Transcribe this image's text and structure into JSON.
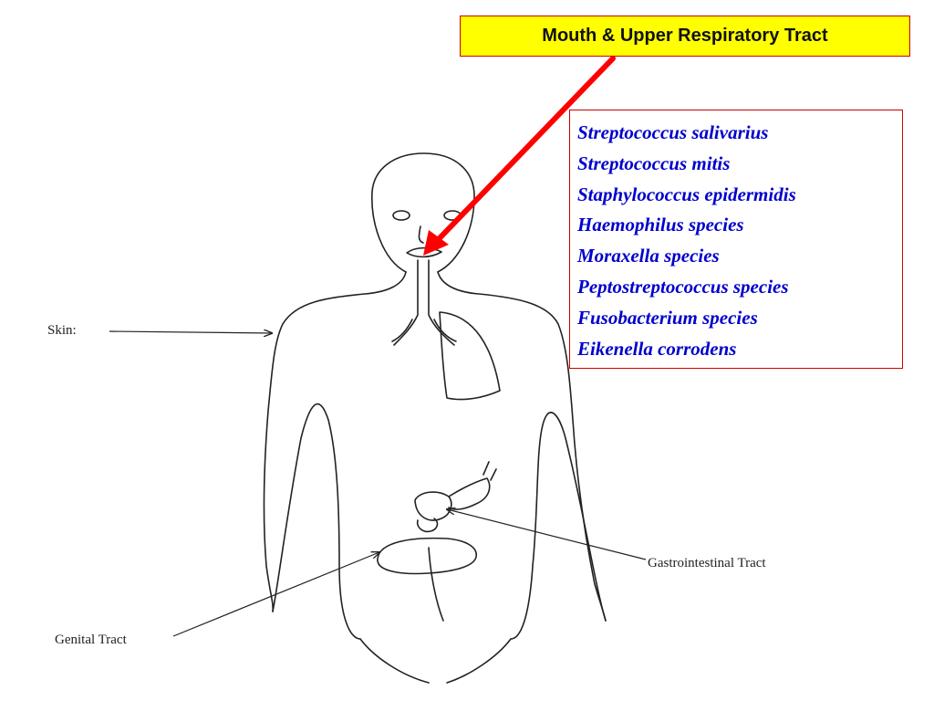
{
  "callout": {
    "title": "Mouth & Upper Respiratory Tract"
  },
  "species": [
    "Streptococcus salivarius",
    "Streptococcus mitis",
    "Staphylococcus epidermidis",
    "Haemophilus species",
    "Moraxella species",
    "Peptostreptococcus species",
    "Fusobacterium species",
    "Eikenella corrodens"
  ],
  "labels": {
    "skin": "Skin:",
    "gi": "Gastrointestinal Tract",
    "genital": "Genital Tract"
  },
  "colors": {
    "callout_fill": "#ffff00",
    "accent": "#ff0000",
    "species_text": "#0000cc",
    "line": "#222222"
  }
}
